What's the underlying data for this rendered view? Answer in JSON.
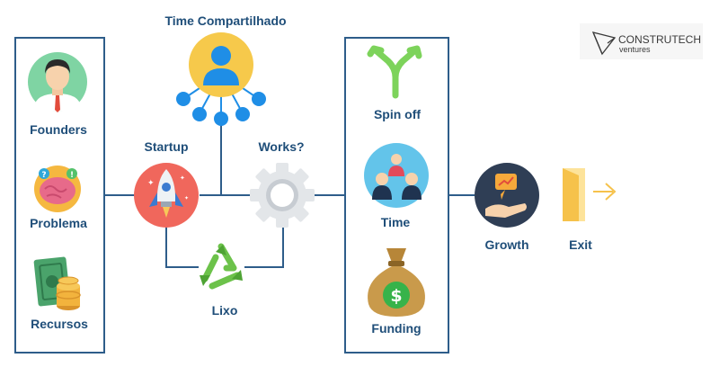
{
  "title": "Time Compartilhado",
  "left_column": {
    "founders": "Founders",
    "problema": "Problema",
    "recursos": "Recursos"
  },
  "middle": {
    "startup": "Startup",
    "works": "Works?",
    "lixo": "Lixo"
  },
  "right_column": {
    "spin_off": "Spin off",
    "time": "Time",
    "funding": "Funding"
  },
  "outcomes": {
    "growth": "Growth",
    "exit": "Exit"
  },
  "brand": {
    "name": "CONSTRUTECH",
    "sub": "ventures"
  },
  "colors": {
    "line": "#2e5d8a",
    "label": "#1f4e79",
    "startup_circle": "#f0675c",
    "team_circle": "#f6c94b",
    "node_blue": "#1f8ee6",
    "recycle_green": "#6cc24a",
    "gear_gray": "#e3e6e9",
    "money_bag": "#c99a4b",
    "growth_circle": "#2f3e55",
    "exit_yellow": "#f6c24b"
  }
}
